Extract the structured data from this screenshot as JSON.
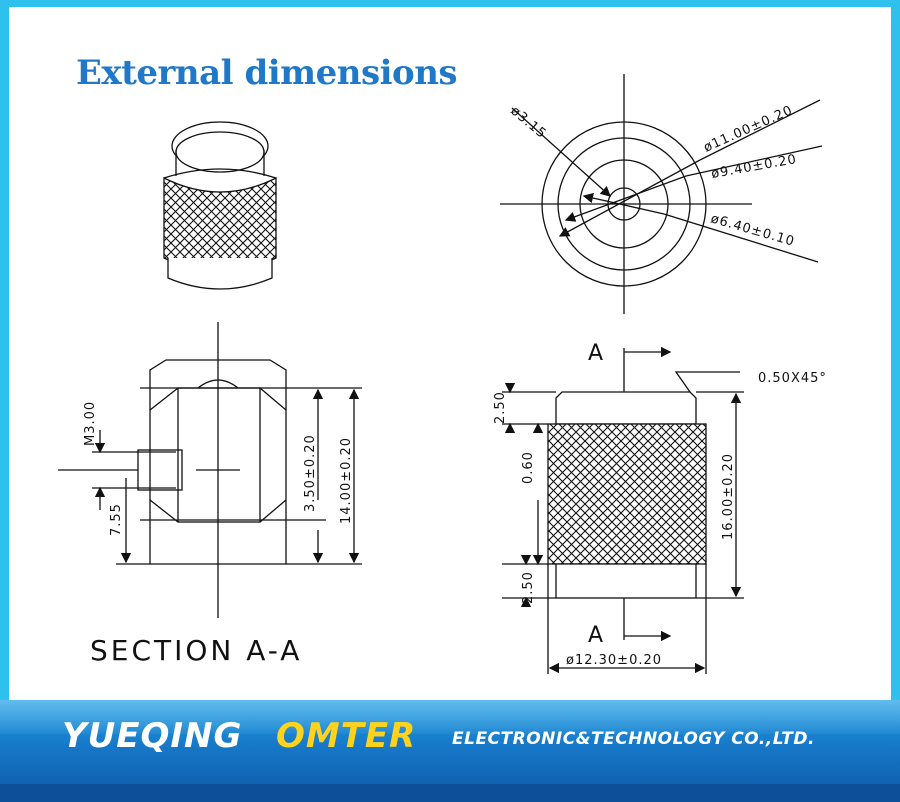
{
  "title": "External dimensions",
  "top_view": {
    "d_bore": "ø3.15",
    "d_outer": "ø11.00±0.20",
    "d_mid": "ø9.40±0.20",
    "d_inner": "ø6.40±0.10"
  },
  "section": {
    "thread": "M3.00",
    "offset": "7.55",
    "depth": "3.50±0.20",
    "height": "14.00±0.20",
    "label": "SECTION A-A"
  },
  "side_view": {
    "section_mark_top": "A",
    "section_mark_bottom": "A",
    "chamfer": "0.50X45°",
    "top_band": "2.50",
    "knurl": "0.60",
    "bottom_band": "2.50",
    "height": "16.00±0.20",
    "diameter": "ø12.30±0.20"
  },
  "footer": {
    "brand": "YUEQING",
    "brand_highlight": "OMTER",
    "company": "ELECTRONIC&TECHNOLOGY CO.,LTD."
  }
}
